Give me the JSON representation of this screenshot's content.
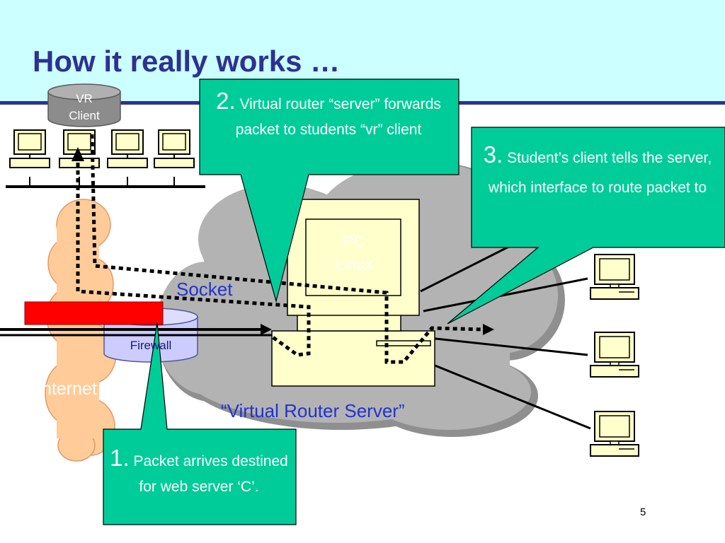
{
  "slide": {
    "title": "How it really works …",
    "page_number": "5"
  },
  "labels": {
    "vr_client_line1": "VR",
    "vr_client_line2": "Client",
    "pc_line1": "PC",
    "pc_line2": "Linux",
    "socket": "Socket",
    "firewall": "Firewall",
    "internet": "Internet",
    "virtual_router_server": "“Virtual Router Server”"
  },
  "callouts": [
    {
      "number": "1.",
      "text": "Packet arrives destined for web server ‘C’."
    },
    {
      "number": "2.",
      "text": "Virtual router “server” forwards packet to students “vr” client"
    },
    {
      "number": "3.",
      "text": "Student’s client tells the server, which interface to route packet to"
    }
  ],
  "colors": {
    "header_band": "#ccffff",
    "title": "#2e3192",
    "callout_fill": "#00cc99",
    "cloud_fill": "#b3b3b3",
    "internet_cloud": "#ffcc99",
    "computer_fill": "#ffffcc",
    "firewall_fill": "#ccccff",
    "packet_red": "#ff0000",
    "blue_label": "#2233cc"
  }
}
